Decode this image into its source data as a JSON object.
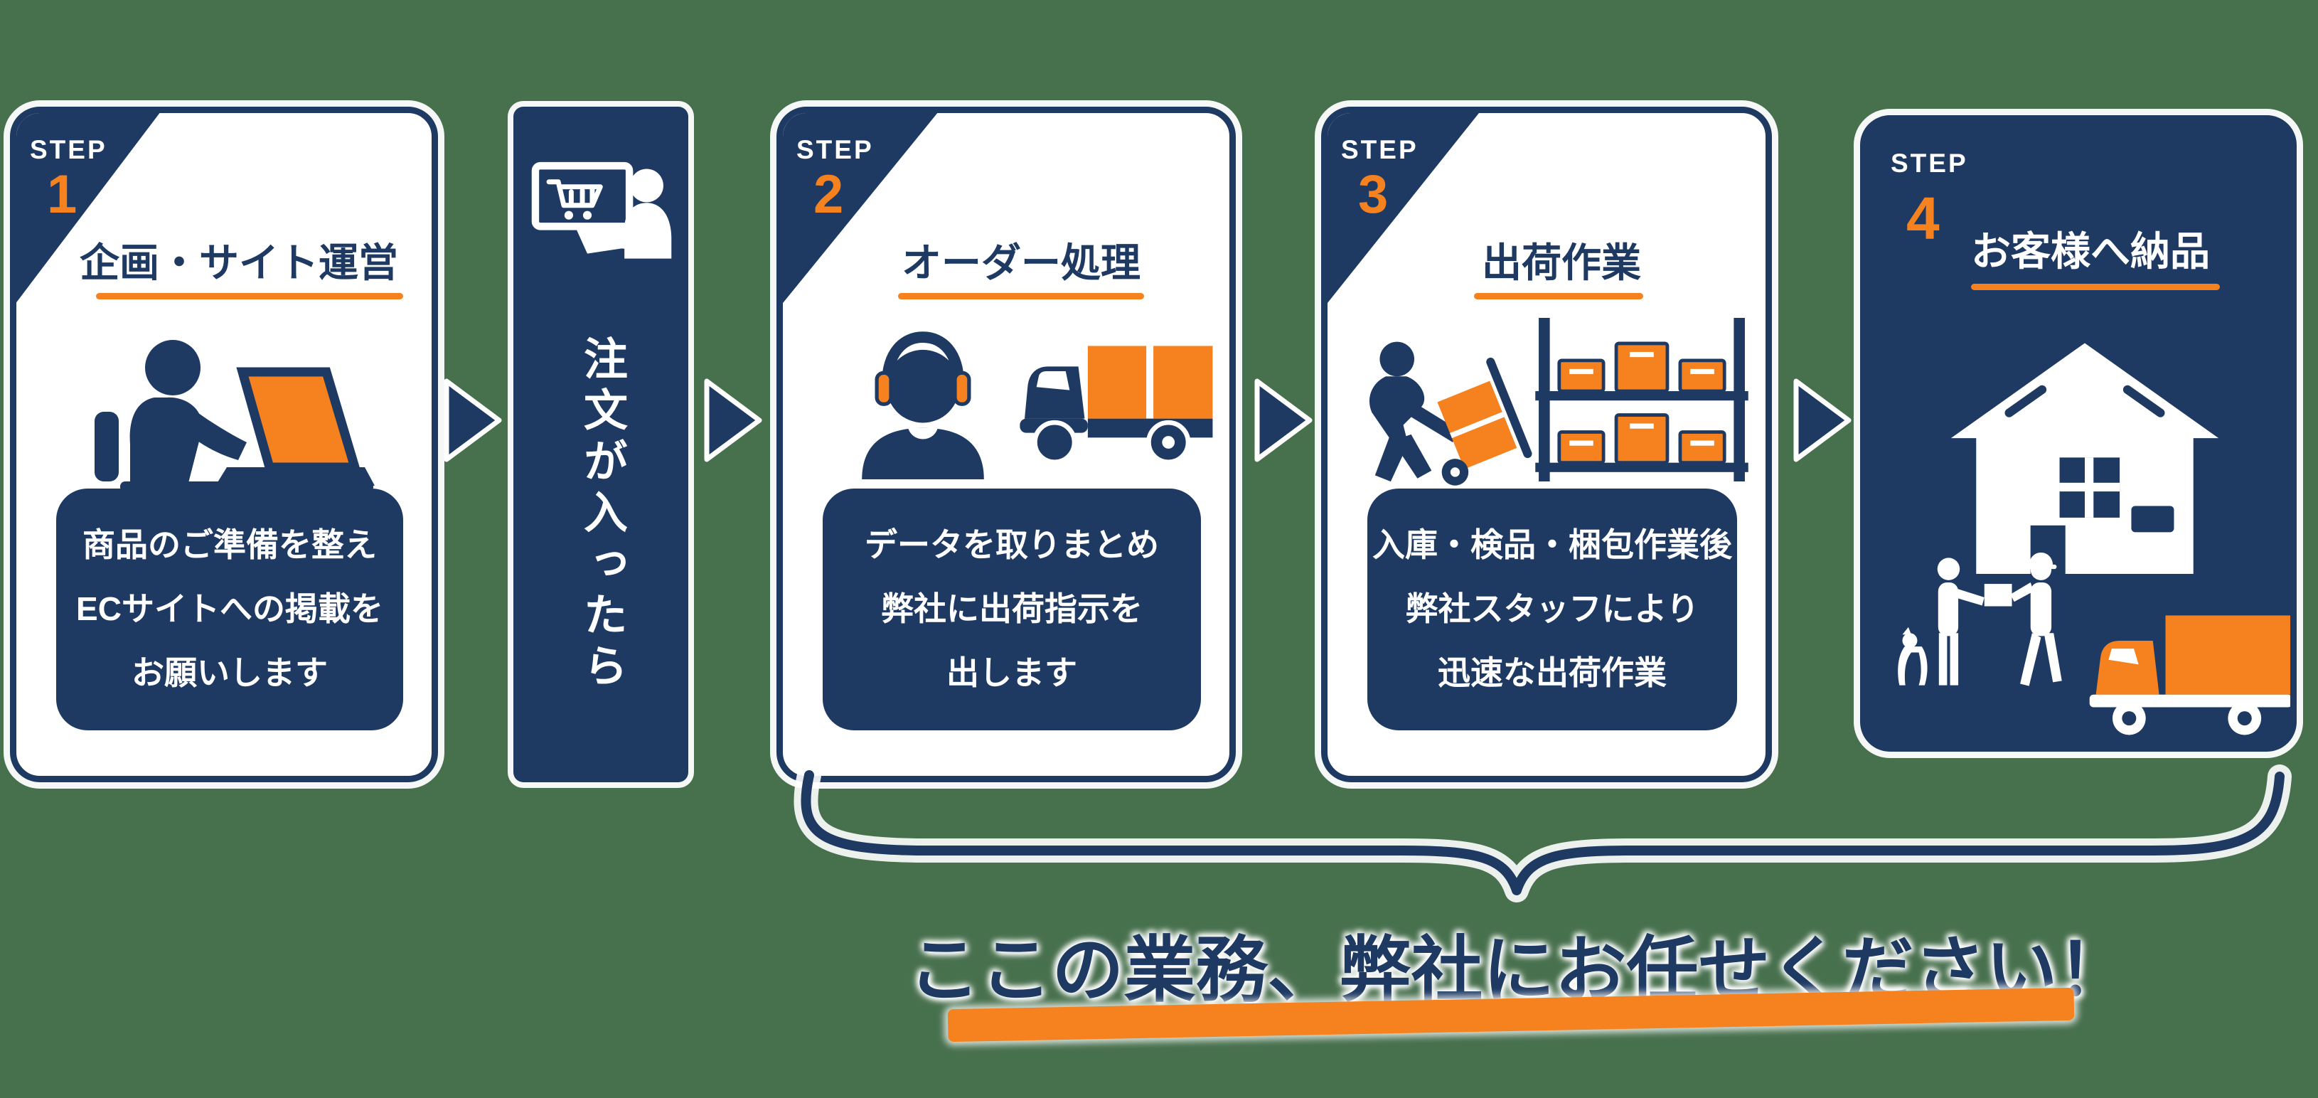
{
  "colors": {
    "background": "#47704d",
    "navy": "#1e3a63",
    "orange": "#f5821f",
    "white": "#ffffff"
  },
  "steps": [
    {
      "badge_label": "STEP",
      "number": "1",
      "title": "企画・サイト運営",
      "desc": [
        "商品のご準備を整え",
        "ECサイトへの掲載を",
        "お願いします"
      ],
      "icons": [
        "person-at-laptop-icon"
      ]
    },
    {
      "badge_label": "STEP",
      "number": "2",
      "title": "オーダー処理",
      "desc": [
        "データを取りまとめ",
        "弊社に出荷指示を",
        "出します"
      ],
      "icons": [
        "headset-operator-icon",
        "delivery-truck-icon"
      ]
    },
    {
      "badge_label": "STEP",
      "number": "3",
      "title": "出荷作業",
      "desc": [
        "入庫・検品・梱包作業後",
        "弊社スタッフにより",
        "迅速な出荷作業"
      ],
      "icons": [
        "worker-with-handtruck-icon",
        "warehouse-shelf-icon"
      ]
    },
    {
      "badge_label": "STEP",
      "number": "4",
      "title": "お客様へ納品",
      "desc": [],
      "icons": [
        "house-icon",
        "delivery-handoff-icon",
        "delivery-truck-icon"
      ]
    }
  ],
  "connector": {
    "label": "注文が入ったら",
    "icon": "online-order-monitor-icon"
  },
  "flow": {
    "arrow_icon": "arrow-right-icon",
    "brace_icon": "curly-brace-icon"
  },
  "footer": {
    "headline": "ここの業務、弊社にお任せください！"
  }
}
